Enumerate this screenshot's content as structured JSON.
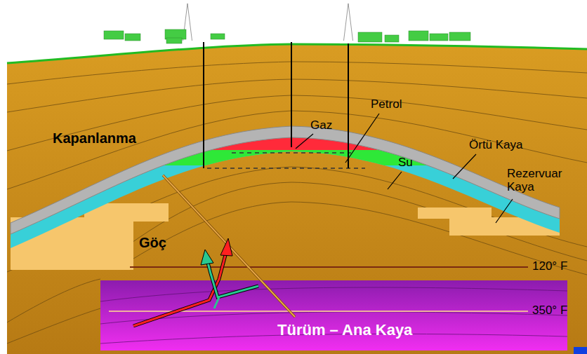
{
  "diagram": {
    "nodes": [
      {
        "text": [
          "Türüm – Ana Kaya"
        ]
      }
    ],
    "labels": [
      "Kapanlanma",
      "Gaz",
      "Petrol",
      "Örtü Kaya",
      "Su",
      "Rezervuar Kaya",
      "Göç",
      "120° F",
      "350° F"
    ]
  }
}
